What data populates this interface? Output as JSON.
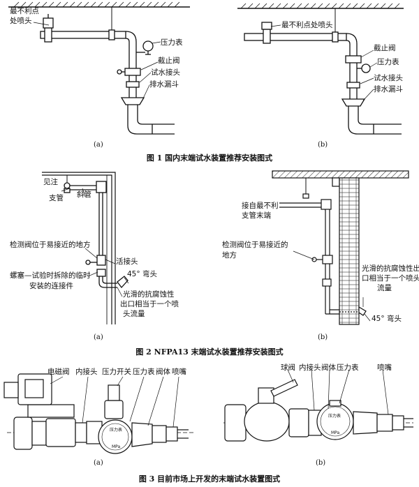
{
  "fig1": {
    "a": {
      "worst_point": "最不利点",
      "sprinkler": "处喷头",
      "pressure_gauge": "压力表",
      "stop_valve": "截止阀",
      "test_connector": "试水接头",
      "drain_funnel": "排水漏斗",
      "sub": "(a)"
    },
    "b": {
      "worst_point_sprinkler": "最不利点处喷头",
      "stop_valve": "截止阀",
      "pressure_gauge": "压力表",
      "test_connector": "试水接头",
      "drain_funnel": "排水漏斗",
      "sub": "(b)"
    },
    "caption": "图 1   国内末端试水装置推荐安装图式"
  },
  "fig2": {
    "a": {
      "see_note": "见注",
      "branch_pipe": "支管",
      "inclined_pipe": "斜管",
      "check_valve": "检测阀位于易接近的地方",
      "union": "活接头",
      "elbow": "45° 弯头",
      "plug_line1": "螺塞—试验时拆除的临时",
      "plug_line2": "安装的连接件",
      "outlet_line1": "光滑的抗腐蚀性",
      "outlet_line2": "出口相当于一个喷",
      "outlet_line3": "头流量",
      "sub": "(a)"
    },
    "b": {
      "from_line1": "接自最不利",
      "from_line2": "支管末端",
      "check_line1": "检测阀位于易接近的",
      "check_line2": "地方",
      "outlet_line1": "光滑的抗腐蚀性出",
      "outlet_line2": "口相当于一个喷头",
      "outlet_line3": "流量",
      "elbow": "45° 弯头",
      "sub": "(b)"
    },
    "caption": "图 2   NFPA13 末端试水装置推荐安装图式"
  },
  "fig3": {
    "a": {
      "solenoid": "电磁阀",
      "inner_joint": "内接头",
      "pressure_switch": "压力开关",
      "pressure_gauge": "压力表",
      "body": "阀体",
      "nozzle": "喷嘴",
      "gauge_text": "压力表",
      "gauge_unit": "MPa",
      "sub": "(a)"
    },
    "b": {
      "ball_valve": "球阀",
      "inner_joint": "内接头",
      "body": "阀体",
      "pressure_gauge": "压力表",
      "nozzle": "喷嘴",
      "gauge_text": "压力表",
      "gauge_unit": "MPa",
      "sub": "(b)"
    },
    "caption": "图 3   目前市场上开发的末端试水装置图式"
  }
}
